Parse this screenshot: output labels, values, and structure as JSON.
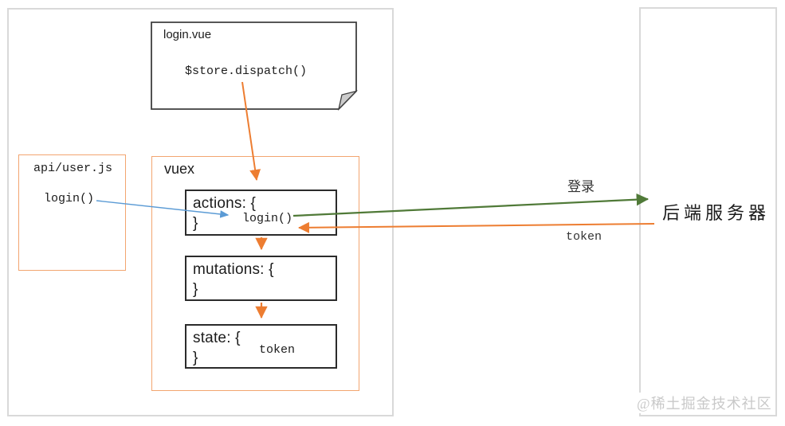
{
  "colors": {
    "orange": "#ED7D31",
    "orange_box_border": "#F2A570",
    "green": "#507A38",
    "blue": "#5B9BD5",
    "outer_border": "#D9D9D9",
    "note_border": "#3F3F3F",
    "inner_box_border": "#2B2B2B",
    "watermark_gray": "#C9C9C9"
  },
  "note": {
    "filename": "login.vue",
    "code": "$store.dispatch()"
  },
  "api_module": {
    "filename": "api/user.js",
    "code": "login()"
  },
  "vuex": {
    "title": "vuex",
    "actions_open": "actions: {",
    "actions_close": "}",
    "actions_code": "login()",
    "mutations_open": "mutations: {",
    "mutations_close": "}",
    "state_open": "state: {",
    "state_close": "}",
    "state_code": "token"
  },
  "backend": {
    "label": "后端服务器"
  },
  "arrows": {
    "login_request_label": "登录",
    "token_response_label": "token"
  },
  "watermark": {
    "text": "@稀土掘金技术社区"
  }
}
